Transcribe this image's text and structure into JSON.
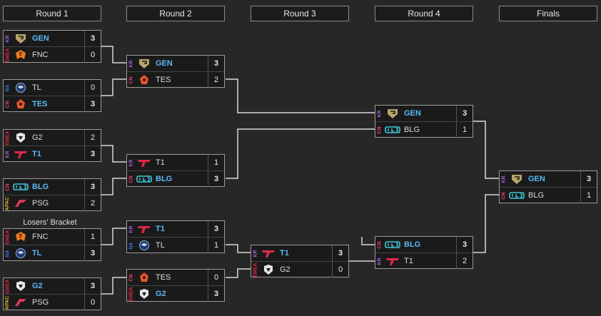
{
  "rounds": [
    "Round 1",
    "Round 2",
    "Round 3",
    "Round 4",
    "Finals"
  ],
  "losers_bracket_label": "Losers' Bracket",
  "region_colors": {
    "KR": "#a066d8",
    "EMEA": "#e0284a",
    "NA": "#3a6fe0",
    "CN": "#e0407a",
    "APAC": "#e0b030"
  },
  "matches": [
    {
      "id": "r1m1",
      "teams": [
        {
          "region": "KR",
          "name": "GEN",
          "score": "3",
          "winner": true,
          "logo": "gen-logo"
        },
        {
          "region": "EMEA",
          "name": "FNC",
          "score": "0",
          "winner": false,
          "logo": "fnc-logo"
        }
      ]
    },
    {
      "id": "r1m2",
      "teams": [
        {
          "region": "NA",
          "name": "TL",
          "score": "0",
          "winner": false,
          "logo": "tl-logo"
        },
        {
          "region": "CN",
          "name": "TES",
          "score": "3",
          "winner": true,
          "logo": "tes-logo"
        }
      ]
    },
    {
      "id": "r1m3",
      "teams": [
        {
          "region": "EMEA",
          "name": "G2",
          "score": "2",
          "winner": false,
          "logo": "g2-logo"
        },
        {
          "region": "KR",
          "name": "T1",
          "score": "3",
          "winner": true,
          "logo": "t1-logo"
        }
      ]
    },
    {
      "id": "r1m4",
      "teams": [
        {
          "region": "CN",
          "name": "BLG",
          "score": "3",
          "winner": true,
          "logo": "blg-logo"
        },
        {
          "region": "APAC",
          "name": "PSG",
          "score": "2",
          "winner": false,
          "logo": "psg-logo"
        }
      ]
    },
    {
      "id": "r1m5",
      "teams": [
        {
          "region": "EMEA",
          "name": "FNC",
          "score": "1",
          "winner": false,
          "logo": "fnc-logo"
        },
        {
          "region": "NA",
          "name": "TL",
          "score": "3",
          "winner": true,
          "logo": "tl-logo"
        }
      ]
    },
    {
      "id": "r1m6",
      "teams": [
        {
          "region": "EMEA",
          "name": "G2",
          "score": "3",
          "winner": true,
          "logo": "g2-logo"
        },
        {
          "region": "APAC",
          "name": "PSG",
          "score": "0",
          "winner": false,
          "logo": "psg-logo"
        }
      ]
    },
    {
      "id": "r2m1",
      "teams": [
        {
          "region": "KR",
          "name": "GEN",
          "score": "3",
          "winner": true,
          "logo": "gen-logo"
        },
        {
          "region": "CN",
          "name": "TES",
          "score": "2",
          "winner": false,
          "logo": "tes-logo"
        }
      ]
    },
    {
      "id": "r2m2",
      "teams": [
        {
          "region": "KR",
          "name": "T1",
          "score": "1",
          "winner": false,
          "logo": "t1-logo"
        },
        {
          "region": "CN",
          "name": "BLG",
          "score": "3",
          "winner": true,
          "logo": "blg-logo"
        }
      ]
    },
    {
      "id": "r2m3",
      "teams": [
        {
          "region": "KR",
          "name": "T1",
          "score": "3",
          "winner": true,
          "logo": "t1-logo"
        },
        {
          "region": "NA",
          "name": "TL",
          "score": "1",
          "winner": false,
          "logo": "tl-logo"
        }
      ]
    },
    {
      "id": "r2m4",
      "teams": [
        {
          "region": "CN",
          "name": "TES",
          "score": "0",
          "winner": false,
          "logo": "tes-logo"
        },
        {
          "region": "EMEA",
          "name": "G2",
          "score": "3",
          "winner": true,
          "logo": "g2-logo"
        }
      ]
    },
    {
      "id": "r3m1",
      "teams": [
        {
          "region": "KR",
          "name": "T1",
          "score": "3",
          "winner": true,
          "logo": "t1-logo"
        },
        {
          "region": "EMEA",
          "name": "G2",
          "score": "0",
          "winner": false,
          "logo": "g2-logo"
        }
      ]
    },
    {
      "id": "r4m1",
      "teams": [
        {
          "region": "KR",
          "name": "GEN",
          "score": "3",
          "winner": true,
          "logo": "gen-logo"
        },
        {
          "region": "CN",
          "name": "BLG",
          "score": "1",
          "winner": false,
          "logo": "blg-logo"
        }
      ]
    },
    {
      "id": "r4m2",
      "teams": [
        {
          "region": "CN",
          "name": "BLG",
          "score": "3",
          "winner": true,
          "logo": "blg-logo"
        },
        {
          "region": "KR",
          "name": "T1",
          "score": "2",
          "winner": false,
          "logo": "t1-logo"
        }
      ]
    },
    {
      "id": "final",
      "teams": [
        {
          "region": "KR",
          "name": "GEN",
          "score": "3",
          "winner": true,
          "logo": "gen-logo"
        },
        {
          "region": "CN",
          "name": "BLG",
          "score": "1",
          "winner": false,
          "logo": "blg-logo"
        }
      ]
    }
  ]
}
